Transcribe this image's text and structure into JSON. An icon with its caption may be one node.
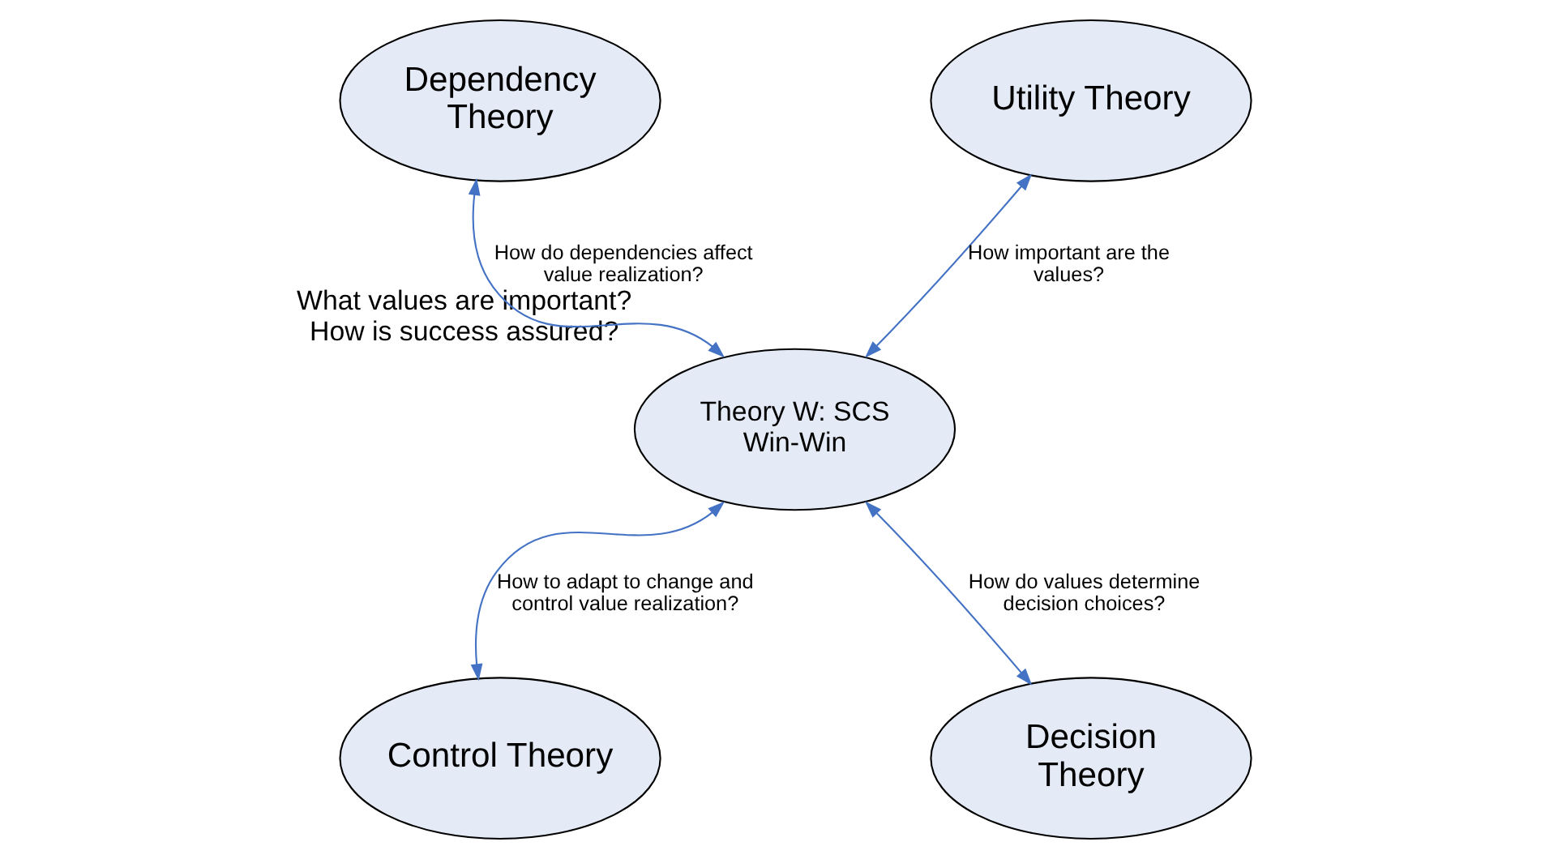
{
  "diagram": {
    "nodes": [
      {
        "text": [
          "Dependency Theory"
        ]
      },
      {
        "text": [
          "Utility Theory"
        ]
      },
      {
        "text": [
          "Theory W: SCS Win-Win"
        ],
        "beside": [
          "What values are important? How is success assured?"
        ]
      },
      {
        "text": [
          "Control Theory"
        ]
      },
      {
        "text": [
          "Decision Theory"
        ]
      }
    ],
    "edges": [
      {
        "from": 0,
        "to": 2,
        "arrow": "both",
        "label": "How do dependencies affect value realization?"
      },
      {
        "from": 1,
        "to": 2,
        "arrow": "both",
        "label": "How important are the values?"
      },
      {
        "from": 2,
        "to": 3,
        "arrow": "both",
        "label": "How to adapt to change and control value realization?"
      },
      {
        "from": 2,
        "to": 4,
        "arrow": "both",
        "label": "How do values determine decision choices?"
      }
    ]
  }
}
